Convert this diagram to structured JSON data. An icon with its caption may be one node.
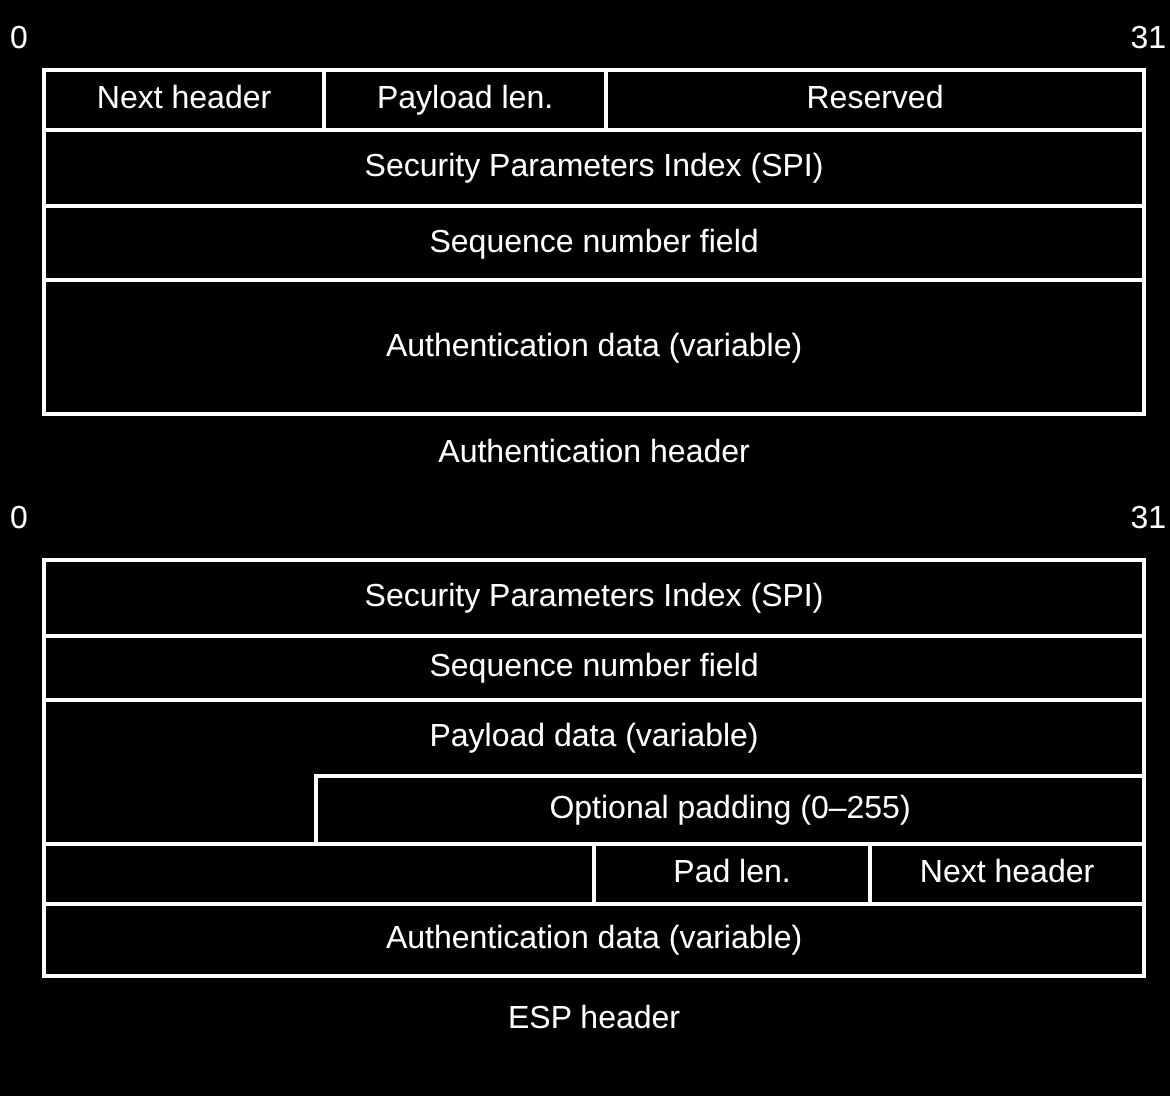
{
  "diagram": {
    "nodes": [
      {
        "text": [
          "Next header"
        ]
      },
      {
        "text": [
          "Payload len."
        ]
      },
      {
        "text": [
          "Reserved"
        ]
      },
      {
        "text": [
          "Security Parameters Index (SPI)"
        ]
      },
      {
        "text": [
          "Sequence number field"
        ]
      },
      {
        "text": [
          "Authentication data (variable)"
        ]
      },
      {
        "text": [
          "Security Parameters Index (SPI)"
        ]
      },
      {
        "text": [
          "Sequence number field"
        ]
      },
      {
        "text": [
          "Payload data (variable)"
        ]
      },
      {
        "text": [
          "Optional padding (0–255)"
        ]
      },
      {
        "text": [],
        "shape": "box"
      },
      {
        "text": [
          "Pad len."
        ]
      },
      {
        "text": [
          "Next header"
        ]
      },
      {
        "text": [
          "Authentication data (variable)"
        ]
      }
    ],
    "labels": [
      "0",
      "31",
      "Authentication header",
      "0",
      "31",
      "ESP header"
    ]
  }
}
